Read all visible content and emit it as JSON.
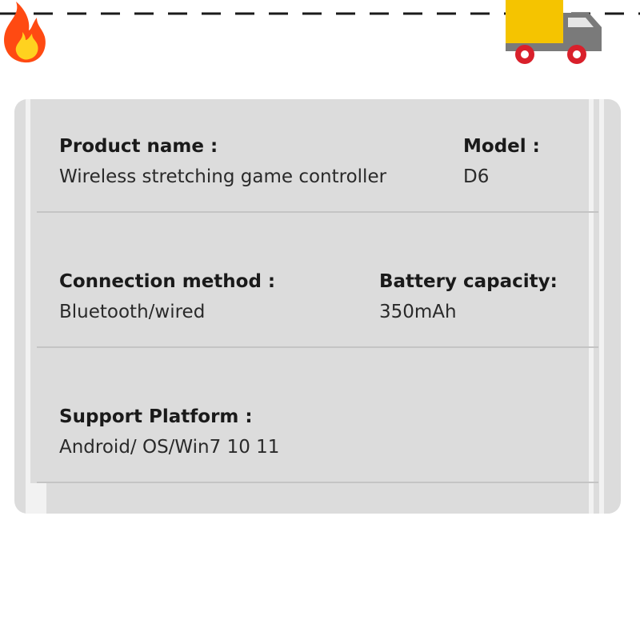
{
  "banner": {
    "left_icon": "fire-icon",
    "right_icon": "delivery-truck-icon",
    "colors": {
      "dash": "#1a1a1a",
      "flame_outer": "#ff4a12",
      "flame_inner": "#ffd21f",
      "truck_cargo": "#f5c400",
      "truck_cab": "#7a7a7a",
      "truck_wheel": "#d9202b"
    }
  },
  "specs": {
    "product_name": {
      "label": "Product name :",
      "value": "Wireless stretching game controller"
    },
    "model": {
      "label": "Model :",
      "value": "D6"
    },
    "connection_method": {
      "label": "Connection method :",
      "value": "Bluetooth/wired"
    },
    "battery_capacity": {
      "label": "Battery capacity:",
      "value": "350mAh"
    },
    "support_platform": {
      "label": "Support Platform :",
      "value": "Android/ OS/Win7 10 11"
    }
  },
  "colors": {
    "card_background": "#dcdcdc",
    "divider": "#c4c4c4",
    "text": "#1a1a1a"
  }
}
